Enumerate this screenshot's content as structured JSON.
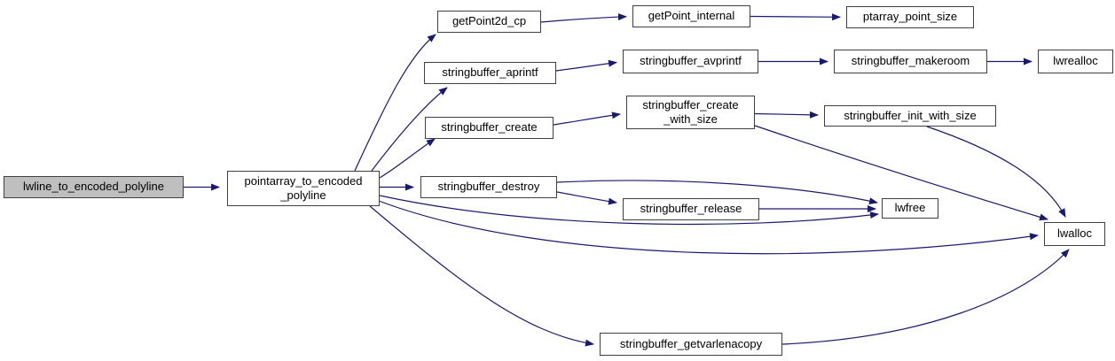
{
  "diagram": {
    "type": "call-graph",
    "edge_color": "#191970",
    "node_border_color": "#404040",
    "node_fill": "#ffffff",
    "highlight_fill": "#bfbfbf",
    "nodes": [
      {
        "label": "lwline_to_encoded_polyline",
        "highlighted": true
      },
      {
        "label": "pointarray_to_encoded\n_polyline",
        "highlighted": false
      },
      {
        "label": "getPoint2d_cp",
        "highlighted": false
      },
      {
        "label": "getPoint_internal",
        "highlighted": false
      },
      {
        "label": "ptarray_point_size",
        "highlighted": false
      },
      {
        "label": "stringbuffer_aprintf",
        "highlighted": false
      },
      {
        "label": "stringbuffer_avprintf",
        "highlighted": false
      },
      {
        "label": "stringbuffer_makeroom",
        "highlighted": false
      },
      {
        "label": "lwrealloc",
        "highlighted": false
      },
      {
        "label": "stringbuffer_create",
        "highlighted": false
      },
      {
        "label": "stringbuffer_create\n_with_size",
        "highlighted": false
      },
      {
        "label": "stringbuffer_init_with_size",
        "highlighted": false
      },
      {
        "label": "stringbuffer_destroy",
        "highlighted": false
      },
      {
        "label": "stringbuffer_release",
        "highlighted": false
      },
      {
        "label": "lwfree",
        "highlighted": false
      },
      {
        "label": "lwalloc",
        "highlighted": false
      },
      {
        "label": "stringbuffer_getvarlenacopy",
        "highlighted": false
      }
    ],
    "edges": [
      {
        "from": "lwline_to_encoded_polyline",
        "to": "pointarray_to_encoded_polyline"
      },
      {
        "from": "pointarray_to_encoded_polyline",
        "to": "getPoint2d_cp"
      },
      {
        "from": "pointarray_to_encoded_polyline",
        "to": "stringbuffer_aprintf"
      },
      {
        "from": "pointarray_to_encoded_polyline",
        "to": "stringbuffer_create"
      },
      {
        "from": "pointarray_to_encoded_polyline",
        "to": "stringbuffer_destroy"
      },
      {
        "from": "pointarray_to_encoded_polyline",
        "to": "lwfree"
      },
      {
        "from": "pointarray_to_encoded_polyline",
        "to": "lwalloc"
      },
      {
        "from": "pointarray_to_encoded_polyline",
        "to": "stringbuffer_getvarlenacopy"
      },
      {
        "from": "getPoint2d_cp",
        "to": "getPoint_internal"
      },
      {
        "from": "getPoint_internal",
        "to": "ptarray_point_size"
      },
      {
        "from": "stringbuffer_aprintf",
        "to": "stringbuffer_avprintf"
      },
      {
        "from": "stringbuffer_avprintf",
        "to": "stringbuffer_makeroom"
      },
      {
        "from": "stringbuffer_makeroom",
        "to": "lwrealloc"
      },
      {
        "from": "stringbuffer_create",
        "to": "stringbuffer_create_with_size"
      },
      {
        "from": "stringbuffer_create_with_size",
        "to": "stringbuffer_init_with_size"
      },
      {
        "from": "stringbuffer_create_with_size",
        "to": "lwalloc"
      },
      {
        "from": "stringbuffer_init_with_size",
        "to": "lwalloc"
      },
      {
        "from": "stringbuffer_destroy",
        "to": "stringbuffer_release"
      },
      {
        "from": "stringbuffer_destroy",
        "to": "lwfree"
      },
      {
        "from": "stringbuffer_release",
        "to": "lwfree"
      },
      {
        "from": "stringbuffer_getvarlenacopy",
        "to": "lwalloc"
      }
    ]
  }
}
